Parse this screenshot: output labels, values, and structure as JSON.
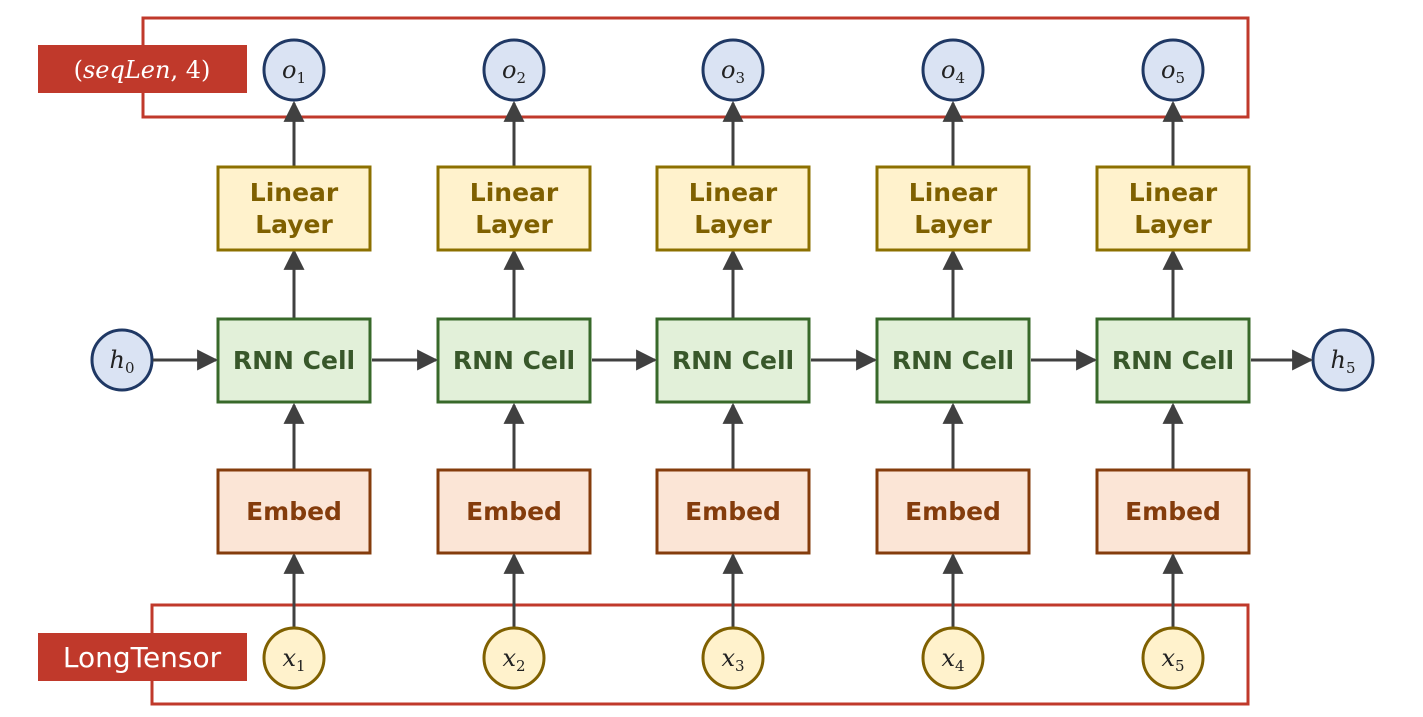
{
  "output_tag": {
    "open": "(",
    "name": "seqLen",
    "sep": ", ",
    "num": "4",
    "close": ")"
  },
  "input_tag": "LongTensor",
  "hidden_in": {
    "base": "h",
    "sub": "0"
  },
  "hidden_out": {
    "base": "h",
    "sub": "5"
  },
  "columns": [
    {
      "output": {
        "base": "o",
        "sub": "1"
      },
      "linear": [
        "Linear",
        "Layer"
      ],
      "rnn": "RNN Cell",
      "embed": "Embed",
      "input": {
        "base": "x",
        "sub": "1"
      }
    },
    {
      "output": {
        "base": "o",
        "sub": "2"
      },
      "linear": [
        "Linear",
        "Layer"
      ],
      "rnn": "RNN Cell",
      "embed": "Embed",
      "input": {
        "base": "x",
        "sub": "2"
      }
    },
    {
      "output": {
        "base": "o",
        "sub": "3"
      },
      "linear": [
        "Linear",
        "Layer"
      ],
      "rnn": "RNN Cell",
      "embed": "Embed",
      "input": {
        "base": "x",
        "sub": "3"
      }
    },
    {
      "output": {
        "base": "o",
        "sub": "4"
      },
      "linear": [
        "Linear",
        "Layer"
      ],
      "rnn": "RNN Cell",
      "embed": "Embed",
      "input": {
        "base": "x",
        "sub": "4"
      }
    },
    {
      "output": {
        "base": "o",
        "sub": "5"
      },
      "linear": [
        "Linear",
        "Layer"
      ],
      "rnn": "RNN Cell",
      "embed": "Embed",
      "input": {
        "base": "x",
        "sub": "5"
      }
    }
  ],
  "colors": {
    "frame": "#c0392b",
    "tag_fill": "#c0392b",
    "tag_text": "#ffffff",
    "node_blue_fill": "#dae3f3",
    "node_blue_stroke": "#1f3864",
    "node_yellow_fill": "#fff2cc",
    "node_yellow_stroke": "#7f6000",
    "linear_fill": "#fff2cc",
    "linear_stroke": "#8c7000",
    "linear_text": "#7f6000",
    "rnn_fill": "#e2f0d9",
    "rnn_stroke": "#38692a",
    "rnn_text": "#38572a",
    "embed_fill": "#fbe5d6",
    "embed_stroke": "#843c0c",
    "embed_text": "#843c0c",
    "arrow": "#404040",
    "text_dark": "#222222"
  }
}
